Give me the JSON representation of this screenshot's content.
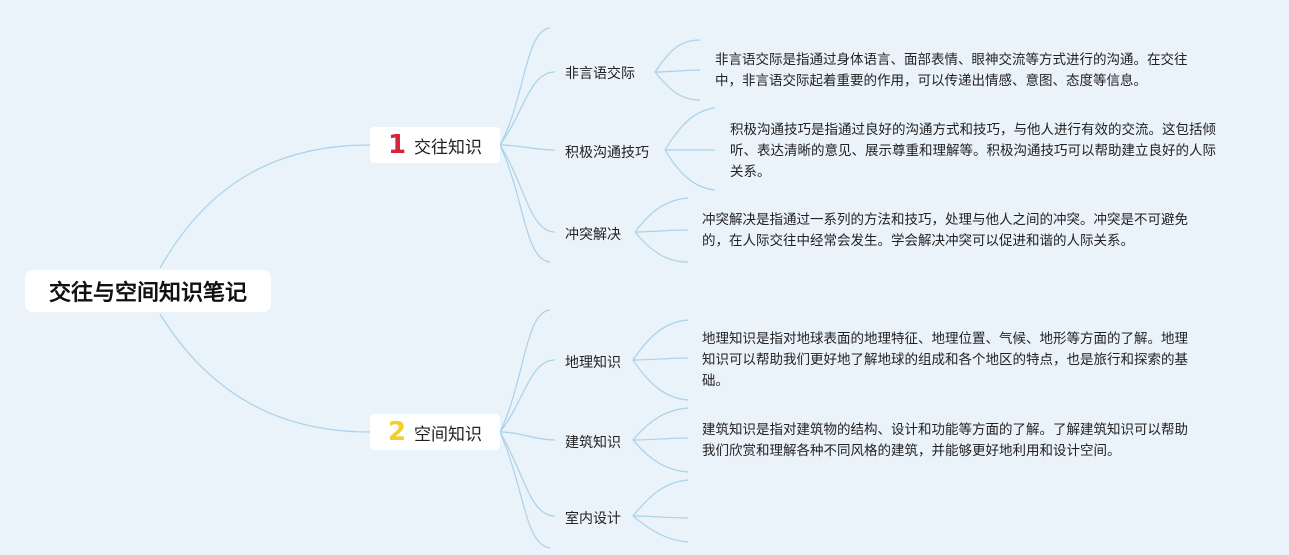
{
  "root": {
    "title": "交往与空间知识笔记"
  },
  "branches": [
    {
      "number": "1",
      "number_color": "#d6253a",
      "label": "交往知识",
      "children": [
        {
          "label": "非言语交际",
          "desc": "非言语交际是指通过身体语言、面部表情、眼神交流等方式进行的沟通。在交往中，非言语交际起着重要的作用，可以传递出情感、意图、态度等信息。"
        },
        {
          "label": "积极沟通技巧",
          "desc": "积极沟通技巧是指通过良好的沟通方式和技巧，与他人进行有效的交流。这包括倾听、表达清晰的意见、展示尊重和理解等。积极沟通技巧可以帮助建立良好的人际关系。"
        },
        {
          "label": "冲突解决",
          "desc": "冲突解决是指通过一系列的方法和技巧，处理与他人之间的冲突。冲突是不可避免的，在人际交往中经常会发生。学会解决冲突可以促进和谐的人际关系。"
        }
      ]
    },
    {
      "number": "2",
      "number_color": "#f2cf2a",
      "label": "空间知识",
      "children": [
        {
          "label": "地理知识",
          "desc": "地理知识是指对地球表面的地理特征、地理位置、气候、地形等方面的了解。地理知识可以帮助我们更好地了解地球的组成和各个地区的特点，也是旅行和探索的基础。"
        },
        {
          "label": "建筑知识",
          "desc": "建筑知识是指对建筑物的结构、设计和功能等方面的了解。了解建筑知识可以帮助我们欣赏和理解各种不同风格的建筑，并能够更好地利用和设计空间。"
        },
        {
          "label": "室内设计",
          "desc": ""
        }
      ]
    }
  ],
  "colors": {
    "background": "#eaf2fa",
    "line": "#a9d2ea"
  }
}
